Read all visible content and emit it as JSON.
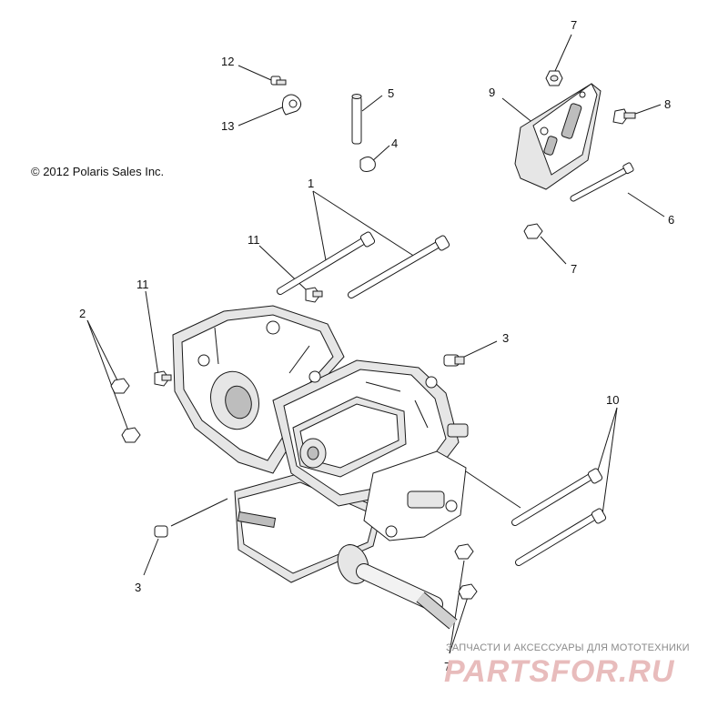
{
  "diagram": {
    "copyright": "© 2012 Polaris Sales Inc.",
    "callouts": [
      {
        "id": "c12",
        "label": "12"
      },
      {
        "id": "c13",
        "label": "13"
      },
      {
        "id": "c5",
        "label": "5"
      },
      {
        "id": "c4",
        "label": "4"
      },
      {
        "id": "c7a",
        "label": "7"
      },
      {
        "id": "c9",
        "label": "9"
      },
      {
        "id": "c8",
        "label": "8"
      },
      {
        "id": "c6",
        "label": "6"
      },
      {
        "id": "c7b",
        "label": "7"
      },
      {
        "id": "c1",
        "label": "1"
      },
      {
        "id": "c11a",
        "label": "11"
      },
      {
        "id": "c11b",
        "label": "11"
      },
      {
        "id": "c2",
        "label": "2"
      },
      {
        "id": "c3a",
        "label": "3"
      },
      {
        "id": "c10",
        "label": "10"
      },
      {
        "id": "c3b",
        "label": "3"
      },
      {
        "id": "c7c",
        "label": "7"
      }
    ]
  },
  "watermark": {
    "tagline": "ЗАПЧАСТИ И АКСЕССУАРЫ ДЛЯ МОТОТЕХНИКИ",
    "logo": "PARTSFOR.RU"
  }
}
